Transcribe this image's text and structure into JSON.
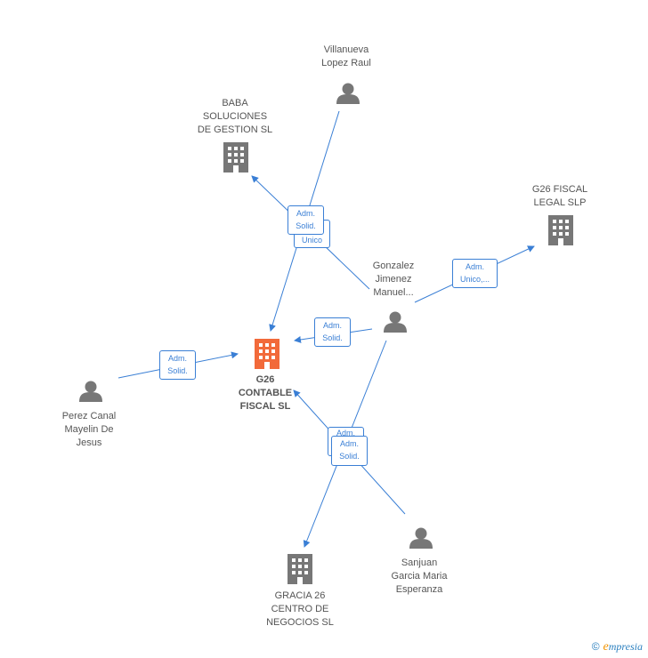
{
  "nodes": {
    "villanueva": "Villanueva\nLopez Raul",
    "baba": "BABA\nSOLUCIONES\nDE GESTION SL",
    "g26_fiscal_legal": "G26 FISCAL\nLEGAL  SLP",
    "gonzalez": "Gonzalez\nJimenez\nManuel...",
    "g26_contable": "G26\nCONTABLE\nFISCAL  SL",
    "perez": "Perez Canal\nMayelin De\nJesus",
    "gracia": "GRACIA 26\nCENTRO DE\nNEGOCIOS  SL",
    "sanjuan": "Sanjuan\nGarcia Maria\nEsperanza"
  },
  "edges": {
    "b1_line1": "Adm.",
    "b1_line2": "Solid.",
    "b2_line1": "Unico",
    "b3_line1": "Adm.",
    "b3_line2": "Unico,...",
    "b4_line1": "Adm.",
    "b4_line2": "Solid.",
    "b5_line1": "Adm.",
    "b5_line2": "Solid.",
    "b6_line1": "Adm.",
    "b7_line1": "Adm.",
    "b7_line2": "Solid."
  },
  "footer": {
    "copyright": "©",
    "brand_first": "e",
    "brand_rest": "mpresia"
  },
  "colors": {
    "edge": "#3a7fd5",
    "person": "#777777",
    "company": "#777777",
    "focus_company": "#f26a3a"
  }
}
